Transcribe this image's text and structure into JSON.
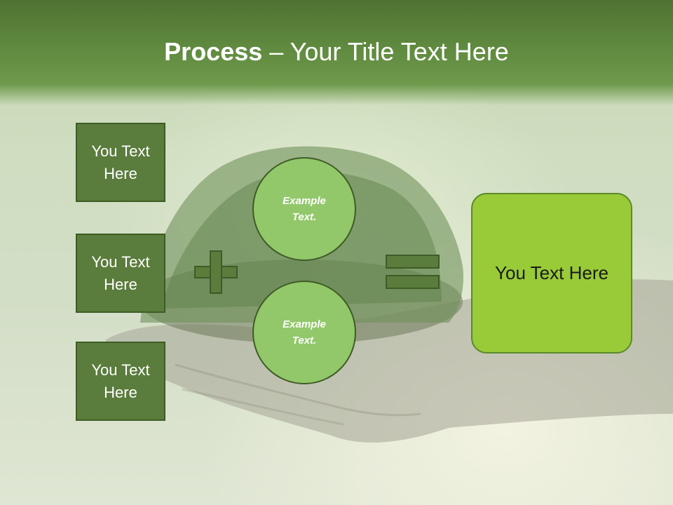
{
  "title": {
    "bold": "Process",
    "rest": " – Your Title Text Here"
  },
  "left_boxes": [
    {
      "label": "You Text Here"
    },
    {
      "label": "You Text Here"
    },
    {
      "label": "You Text Here"
    }
  ],
  "circles": [
    {
      "label": "Example Text."
    },
    {
      "label": "Example Text."
    }
  ],
  "result": {
    "label": "You Text Here"
  },
  "colors": {
    "title_band": "#5f8a3f",
    "box_fill": "#5a7c3c",
    "circle_fill": "#92c86a",
    "result_fill": "#98cb37",
    "outline": "#3e5c26"
  }
}
